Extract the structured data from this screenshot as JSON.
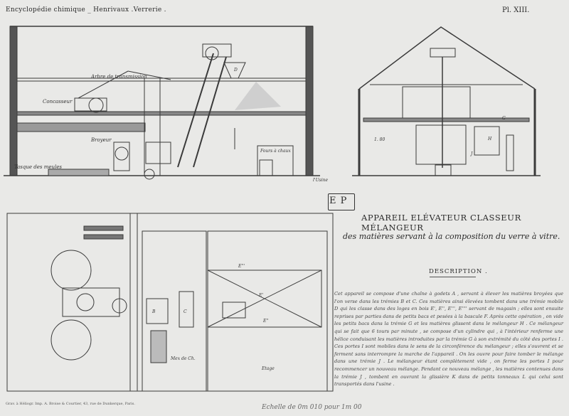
{
  "header": {
    "left": "Encyclopédie chimique _ Henrivaux .Verrerie .",
    "plate": "Pl. XIII."
  },
  "labels": {
    "arbre": "Arbre de transmission",
    "concasseur": "Concasseur",
    "broyeur": "Broyeur",
    "tasque": "Tasque des meules",
    "fours": "Fours à chaux",
    "usine": "l'Usine",
    "dim_18": "1. 80",
    "dim_d": "D",
    "mex": "Mex de Ch.",
    "etage": "Etage",
    "e1": "E'",
    "e2": "E''",
    "e3": "E'''",
    "b": "B",
    "c": "C",
    "g": "G",
    "h": "H",
    "j": "J"
  },
  "stamp": "E P",
  "title": {
    "main": "APPAREIL ELÉVATEUR CLASSEUR MÉLANGEUR",
    "sub": "des matières servant à la composition du verre à vitre."
  },
  "description": {
    "heading": "DESCRIPTION .",
    "text": "Cet appareil se compose d'une chaîne à godets A , servant à élever les matières broyées que l'on verse dans les trémies B et C. Ces matières ainsi élevées tombent dans une trémie mobile D qui les classe dans des loges en bois E', E'', E''', E'''' servant de magasin ; elles sont ensuite reprises par parties dans de petits bacs et pesées à la bascule F. Après cette opération , on vide les petits bacs dans la trémie G et les matières glissent dans le mélangeur H . Ce mélangeur qui se fait que 6 tours par minute , se compose d'un cylindre qui , à l'intérieur renferme une hélice conduisant les matières introduites par la trémie G à son extrémité du côté des portes I . Ces portes I sont mobiles dans le sens de la circonférence du mélangeur ; elles s'ouvrent et se ferment sans interrompre la marche de l'appareil . On les ouvre pour faire tomber le mélange dans une trémie J . Le mélangeur étant complètement vide , on ferme les portes I pour recommencer un nouveau mélange. Pendant ce nouveau mélange , les matières contenues dans la trémie J , tombent en ouvrant la glissière K dans de petits tonneaux L qui celui sont transportés dans l'usine ."
  },
  "footer": {
    "printer": "Grav. à Héliogr. Imp. A. Broise & Courtier, 43, rue de Dunkerque, Paris.",
    "scale": "Echelle de 0m 010 pour 1m 00"
  }
}
